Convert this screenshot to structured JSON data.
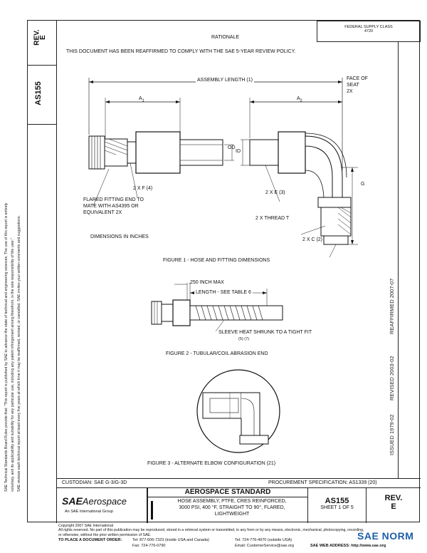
{
  "side_left": {
    "rev_label": "REV.",
    "rev_value": "E",
    "doc_number": "AS155",
    "disclaimer_lines": [
      "SAE Technical Standards Board Rules provide that: \"This report is published by SAE to advance the state of technical and engineering sciences. The use of this report is entirely",
      "voluntary, and its applicability and suitability for any particular use, including any patent infringement arising therefrom, is the sole responsibility of the user.\"",
      "SAE reviews each technical report at least every five years at which time it may be reaffirmed, revised, or cancelled. SAE invites your written comments and suggestions."
    ]
  },
  "side_right": {
    "issued": "ISSUED 1979-02",
    "revised": "REVISED 2003-02",
    "reaffirmed": "REAFFIRMED 2007-07"
  },
  "header": {
    "rationale": "RATIONALE",
    "federal_supply_label": "FEDERAL SUPPLY CLASS",
    "federal_supply_value": "4720",
    "reaffirm_statement": "THIS DOCUMENT HAS BEEN REAFFIRMED TO COMPLY WITH THE SAE 5-YEAR REVIEW POLICY."
  },
  "figure1": {
    "assembly_length": "ASSEMBLY LENGTH (1)",
    "face_of_seat": "FACE OF",
    "face_of_seat_2": "SEAT",
    "face_of_seat_3": "2X",
    "a1": "A",
    "a1_sub": "1",
    "a2": "A",
    "a2_sub": "2",
    "id_label": "ID",
    "od_label": "OD",
    "g_label": "G",
    "f_label": "2 X F (4)",
    "e_label": "2 X E (3)",
    "flared_1": "FLARED FITTING END TO",
    "flared_2": "MATE WITH AS4395 OR",
    "flared_3": "EQUIVALENT 2X",
    "thread": "2 X THREAD T",
    "c_label": "2 X C (2)",
    "dims": "DIMENSIONS IN INCHES",
    "caption": "FIGURE 1 - HOSE AND FITTING DIMENSIONS"
  },
  "figure2": {
    "max": ".250 INCH MAX",
    "length": "LENGTH - SEE TABLE 6",
    "sleeve": "SLEEVE HEAT SHRUNK TO A TIGHT FIT",
    "sleeve_note": "(5)  (7)",
    "caption": "FIGURE 2 - TUBULAR/COIL ABRASION END"
  },
  "figure3": {
    "caption": "FIGURE 3 - ALTERNATE ELBOW CONFIGURATION (21)"
  },
  "footer": {
    "custodian": "CUSTODIAN:  SAE G-3/G-3D",
    "procurement": "PROCUREMENT SPECIFICATION: AS1339 (20)",
    "logo_sae": "SAE",
    "logo_aerospace": "Aerospace",
    "logo_tagline": "An SAE International Group",
    "std_title": "AEROSPACE STANDARD",
    "desc_1": "HOSE ASSEMBLY, PTFE, CRES REINFORCED,",
    "desc_2": "3000 PSI, 400 °F, STRAIGHT TO 90°, FLARED,",
    "desc_3": "LIGHTWEIGHT",
    "doc": "AS155",
    "sheet": "SHEET 1 OF 5",
    "rev_label": "REV.",
    "rev_value": "E"
  },
  "bottom": {
    "copyright": "Copyright 2007 SAE International",
    "rights": "All rights reserved. No part of this publication may be reproduced, stored in a retrieval system or transmitted, in any form or by any means, electronic, mechanical, photocopying, recording, or otherwise, without the prior written permission of SAE.",
    "order_label": "TO PLACE A DOCUMENT ORDER:",
    "tel1": "Tel:  877-606-7323 (inside USA and Canada)",
    "tel2": "Tel:  724-776-4970 (outside USA)",
    "fax": "Fax:  724-776-0790",
    "email": "Email:  CustomerService@sae.org",
    "web": "SAE WEB ADDRESS:  http://www.sae.org",
    "watermark": "SAE NORM"
  },
  "colors": {
    "watermark": "#1e5fa8"
  }
}
